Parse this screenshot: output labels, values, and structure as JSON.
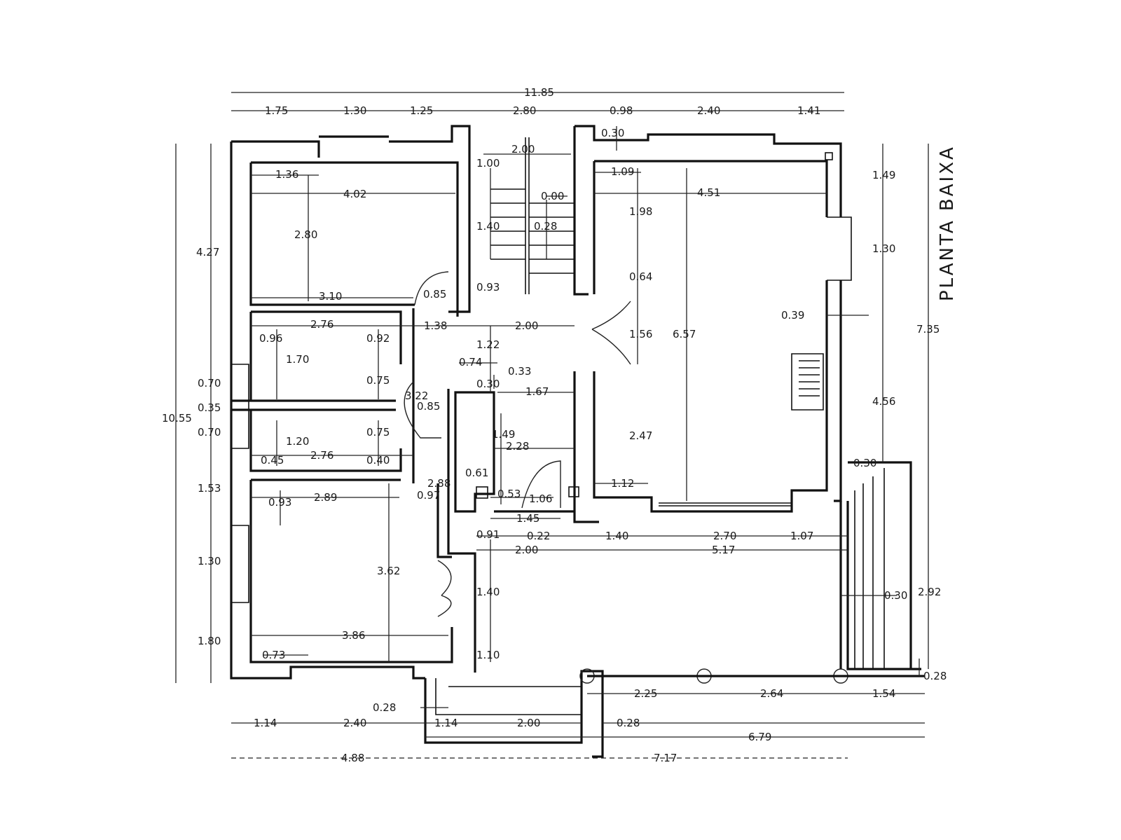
{
  "title": "PLANTA BAIXA",
  "dims_top": {
    "total": "11.85",
    "a": "1.75",
    "b": "1.30",
    "c": "1.25",
    "d": "2.80",
    "e": "0.98",
    "f": "2.40",
    "g": "1.41",
    "h": "0.30"
  },
  "dims_left": {
    "total": "10.55",
    "a": "4.27",
    "b": "0.70",
    "c": "0.35",
    "d": "0.70",
    "e": "1.53",
    "f": "1.30",
    "g": "1.80"
  },
  "dims_right": {
    "a": "1.49",
    "b": "1.30",
    "total": "7.35",
    "c": "4.56",
    "d": "0.30",
    "e": "0.30",
    "f": "2.92",
    "g": "0.28"
  },
  "dims_stair": {
    "a": "2.00",
    "b": "1.00",
    "c": "0.00",
    "d": "1.40",
    "e": "0.28",
    "f": "0.93"
  },
  "dims_room1": {
    "a": "1.36",
    "b": "4.02",
    "c": "2.80",
    "d": "3.10",
    "e": "0.85"
  },
  "dims_living": {
    "a": "1.09",
    "b": "4.51",
    "c": "1.98",
    "d": "0.64",
    "e": "1.56",
    "f": "6.57",
    "g": "0.39",
    "h": "2.47",
    "i": "1.12"
  },
  "dims_bath": {
    "a": "2.76",
    "b": "0.96",
    "c": "0.92",
    "d": "1.70",
    "e": "0.75",
    "f": "3.22",
    "g": "0.85",
    "h": "0.75",
    "i": "1.20",
    "j": "2.76",
    "k": "0.45",
    "l": "0.40"
  },
  "dims_hall": {
    "a": "1.38",
    "b": "2.00",
    "c": "1.22",
    "d": "0.74",
    "e": "0.33",
    "f": "0.30",
    "g": "1.67",
    "h": "1.49",
    "i": "2.28",
    "j": "0.61",
    "k": "2.88",
    "l": "0.53",
    "m": "1.06",
    "n": "1.45",
    "o": "0.91",
    "p": "0.22"
  },
  "dims_room2": {
    "a": "0.93",
    "b": "2.89",
    "c": "0.97",
    "d": "3.62",
    "e": "3.86",
    "f": "0.73"
  },
  "dims_terrace": {
    "a": "1.40",
    "b": "2.70",
    "c": "1.07",
    "d": "2.00",
    "e": "5.17",
    "f": "1.40",
    "g": "1.10"
  },
  "dims_bottom": {
    "a": "2.25",
    "b": "2.64",
    "c": "1.54",
    "d": "0.28",
    "e": "1.14",
    "f": "2.40",
    "g": "1.14",
    "h": "2.00",
    "i": "0.28",
    "j": "6.79",
    "k": "4.88",
    "l": "7.17"
  }
}
